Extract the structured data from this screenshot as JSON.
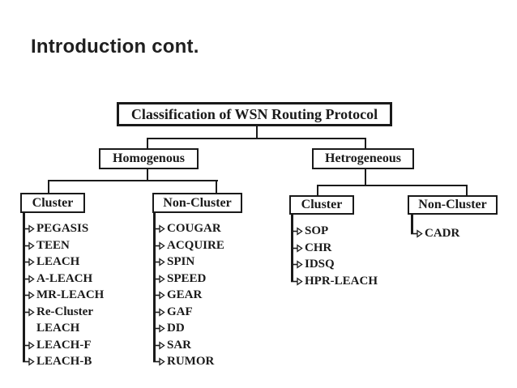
{
  "slide": {
    "title": "Introduction cont."
  },
  "diagram": {
    "root_label": "Classification of WSN Routing Protocol",
    "branches": [
      {
        "label": "Homogenous",
        "children": [
          {
            "label": "Cluster",
            "items": [
              "PEGASIS",
              "TEEN",
              "LEACH",
              "A-LEACH",
              "MR-LEACH",
              "Re-Cluster\nLEACH",
              "LEACH-F",
              "LEACH-B"
            ]
          },
          {
            "label": "Non-Cluster",
            "items": [
              "COUGAR",
              "ACQUIRE",
              "SPIN",
              "SPEED",
              "GEAR",
              "GAF",
              "DD",
              "SAR",
              "RUMOR"
            ]
          }
        ]
      },
      {
        "label": "Hetrogeneous",
        "children": [
          {
            "label": "Cluster",
            "items": [
              "SOP",
              "CHR",
              "IDSQ",
              "HPR-LEACH"
            ]
          },
          {
            "label": "Non-Cluster",
            "items": [
              "CADR"
            ]
          }
        ]
      }
    ],
    "icons": {
      "bullet": "open-right-arrow-icon"
    },
    "colors": {
      "background": "#ffffff",
      "line": "#1a1a1a",
      "text": "#1a1a1a"
    }
  }
}
